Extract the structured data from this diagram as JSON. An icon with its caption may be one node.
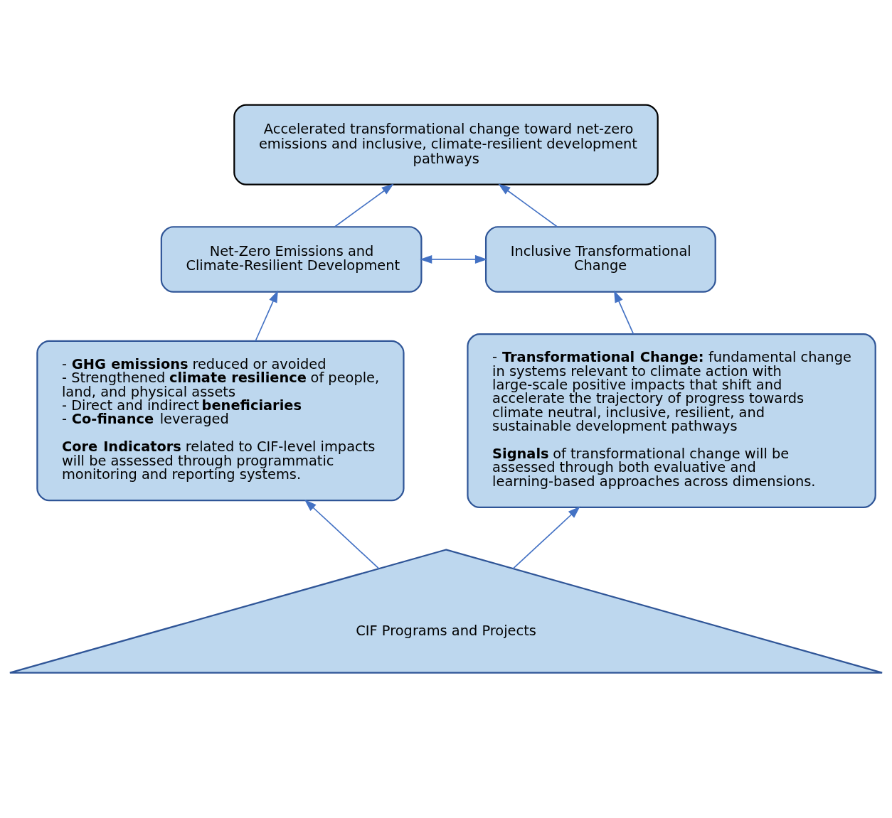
{
  "diagram": {
    "nodes": [
      {
        "text": [
          "Accelerated transformational change toward net-zero emissions and inclusive, climate-resilient development pathways"
        ]
      },
      {
        "text": [
          "Net-Zero Emissions and Climate-Resilient Development"
        ]
      },
      {
        "text": [
          "Inclusive Transformational Change"
        ]
      },
      {
        "text": [
          "- **GHG emissions** reduced or avoided",
          "- Strengthened **climate resilience** of people, land, and physical assets",
          "- Direct and indirect **beneficiaries**",
          "- **Co-finance** leveraged",
          "**Core Indicators** related to CIF-level impacts will be assessed through programmatic monitoring and reporting systems."
        ]
      },
      {
        "text": [
          "- **Transformational Change:** fundamental change in systems relevant to climate action with large-scale positive impacts that shift and accelerate the trajectory of progress towards climate neutral, inclusive, resilient, and sustainable development pathways",
          "**Signals** of transformational change will be assessed through both evaluative and learning-based approaches across dimensions."
        ]
      },
      {
        "text": [
          "CIF Programs and Projects"
        ]
      }
    ],
    "edges": [
      {
        "from": 1,
        "to": 0,
        "arrow": "to"
      },
      {
        "from": 2,
        "to": 0,
        "arrow": "to"
      },
      {
        "from": 1,
        "to": 2,
        "arrow": "both"
      },
      {
        "from": 3,
        "to": 1,
        "arrow": "to"
      },
      {
        "from": 4,
        "to": 2,
        "arrow": "to"
      },
      {
        "from": 5,
        "to": 3,
        "arrow": "to"
      },
      {
        "from": 5,
        "to": 4,
        "arrow": "to"
      }
    ]
  }
}
